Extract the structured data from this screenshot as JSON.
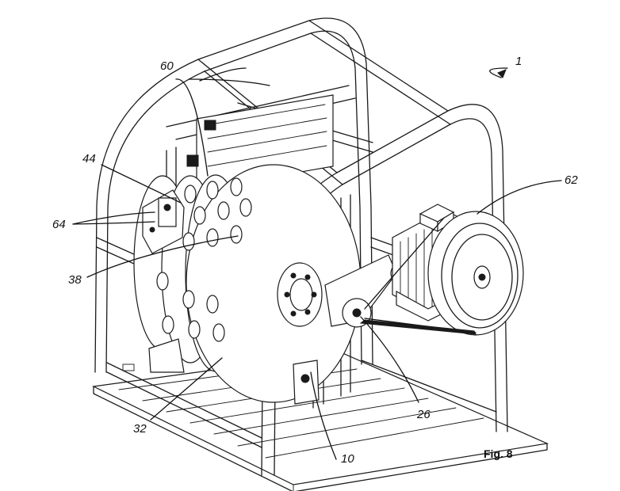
{
  "figure": {
    "caption": "Fig. 8",
    "reference_numerals": [
      {
        "id": "assembly",
        "text": "1"
      },
      {
        "id": "top-cylinder",
        "text": "60"
      },
      {
        "id": "bracket",
        "text": "44"
      },
      {
        "id": "side-mount",
        "text": "64"
      },
      {
        "id": "bore",
        "text": "38"
      },
      {
        "id": "motor-pulley",
        "text": "62"
      },
      {
        "id": "drive-shaft",
        "text": "26"
      },
      {
        "id": "rotor-disc",
        "text": "32"
      },
      {
        "id": "housing",
        "text": "10"
      }
    ]
  }
}
